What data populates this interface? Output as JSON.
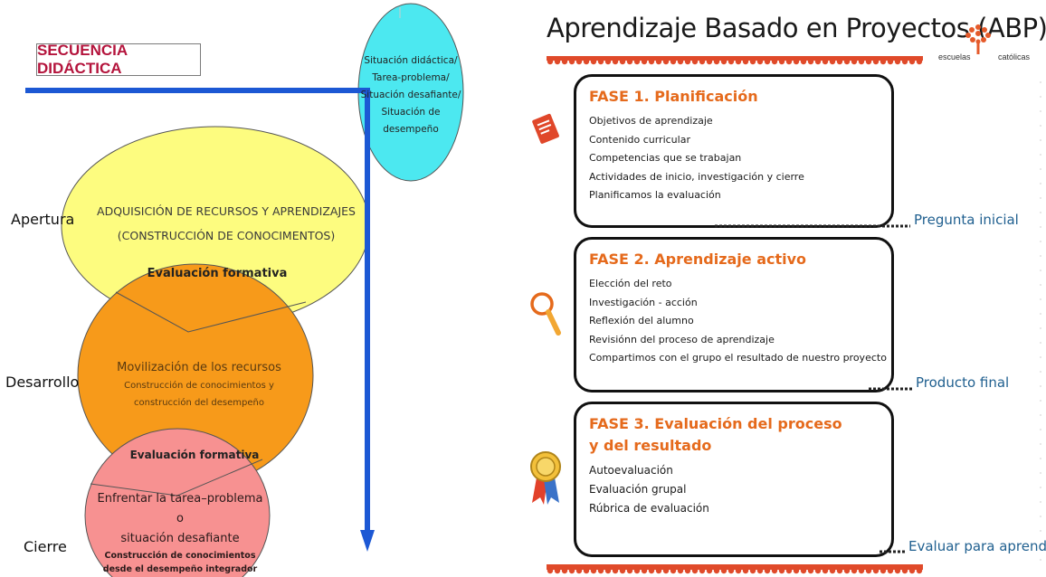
{
  "left": {
    "title": "SECUENCIA DIDÁCTICA",
    "situation_lines": [
      "Situación didáctica/",
      "Tarea-problema/",
      "Situación desafiante/",
      "Situación de desempeño"
    ],
    "stages": {
      "apertura": "Apertura",
      "desarrollo": "Desarrollo",
      "cierre": "Cierre"
    },
    "apertura_ellipse": [
      "ADQUISICIÓN DE RECURSOS  Y APRENDIZAJES",
      "(CONSTRUCCIÓN DE CONOCIMENTOS)"
    ],
    "eval_formativa_1": "Evaluación formativa",
    "desarrollo_ellipse": {
      "title": "Movilización de los recursos",
      "lines": [
        "Construcción  de conocimientos y",
        "construcción  del desempeño"
      ]
    },
    "eval_formativa_2": "Evaluación formativa",
    "cierre_ellipse": {
      "lines": [
        "Enfrentar la tarea–problema o",
        "situación desafiante"
      ],
      "small_lines": [
        "Construcción de conocimientos",
        "desde el desempeño integrador"
      ]
    },
    "colors": {
      "yellow": "#fdfc7f",
      "orange": "#f79a1a",
      "pink": "#f79191",
      "cyan": "#4ce8f0",
      "arrow": "#1c58d4"
    }
  },
  "right": {
    "title": "Aprendizaje Basado en Proyectos (ABP)",
    "logo": {
      "left": "escuelas",
      "right": "católicas"
    },
    "phases": [
      {
        "title": "FASE 1. Planificación",
        "items": [
          "Objetivos de aprendizaje",
          "Contenido curricular",
          "Competencias que se trabajan",
          "Actividades de inicio, investigación y cierre",
          "Planificamos la evaluación"
        ],
        "step": "Pregunta inicial",
        "icon": "document-icon"
      },
      {
        "title": "FASE 2. Aprendizaje activo",
        "items": [
          "Elección del reto",
          "Investigación - acción",
          "Reflexión del alumno",
          "Revisiónn del proceso de aprendizaje",
          "Compartimos con el grupo el resultado de nuestro proyecto"
        ],
        "step": "Producto final",
        "icon": "magnifier-icon"
      },
      {
        "title": "FASE 3. Evaluación del proceso y del resultado",
        "items": [
          "Autoevaluación",
          "Evaluación grupal",
          "Rúbrica de evaluación"
        ],
        "step": "Evaluar para aprender",
        "icon": "medal-icon"
      }
    ],
    "colors": {
      "phase_title": "#e56a1c",
      "step_label": "#1f5f8f",
      "wave": "#e04a2a"
    }
  }
}
